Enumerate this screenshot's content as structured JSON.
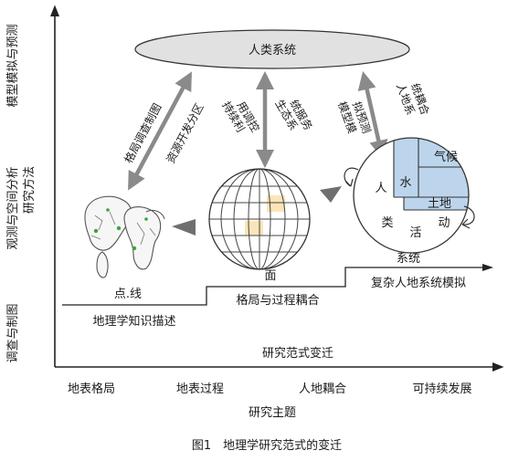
{
  "y_axis": {
    "title": "研究方法",
    "levels": [
      "调查与制图",
      "观测与空间分析",
      "模型模拟与预测"
    ]
  },
  "x_axis": {
    "title": "研究主题",
    "categories": [
      "地表格局",
      "地表过程",
      "人地耦合",
      "可持续发展"
    ]
  },
  "paradigm_shift_label": "研究范式变迁",
  "stages": [
    "地理学知识描述",
    "格局与过程耦合",
    "复杂人地系统模拟"
  ],
  "stage_points": [
    "点.线",
    "面",
    "系统"
  ],
  "top_system": "人类系统",
  "arrows": {
    "left": [
      "格局调查制图",
      "资源开发分区"
    ],
    "middle": [
      "持续利",
      "用调控",
      "生态系",
      "统服务"
    ],
    "right": [
      "人地系",
      "统耦合",
      "模型模",
      "拟预测"
    ]
  },
  "system_globe": {
    "human": "人",
    "water": "水",
    "climate": "气候",
    "land": "土地",
    "activity": [
      "类",
      "活",
      "动"
    ]
  },
  "caption": "图1　地理学研究范式的变迁"
}
